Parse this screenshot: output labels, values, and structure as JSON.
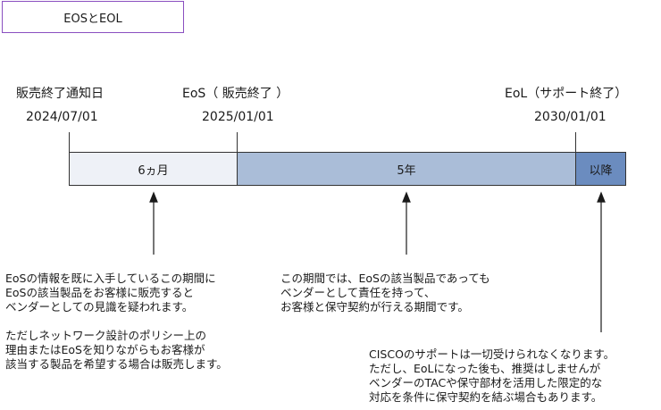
{
  "title": "EOSとEOL",
  "milestones": {
    "sale_end": {
      "label": "販売終了通知日",
      "date": "2024/07/01"
    },
    "eos": {
      "label": "EoS（ 販売終了 ）",
      "date": "2025/01/01"
    },
    "eol": {
      "label": "EoL（サポート終了）",
      "date": "2030/01/01"
    }
  },
  "segments": {
    "first": "6ヵ月",
    "second": "5年",
    "third": "以降"
  },
  "notes": {
    "left": [
      "EoSの情報を既に入手しているこの期間に",
      "EoSの該当製品をお客様に販売すると",
      "ベンダーとしての見識を疑われます。",
      "ただしネットワーク設計のポリシー上の",
      "理由またはEoSを知りながらもお客様が",
      "該当する製品を希望する場合は販売します。"
    ],
    "middle": [
      "この期間では、EoSの該当製品であっても",
      "ベンダーとして責任を持って、",
      "お客様と保守契約が行える期間です。"
    ],
    "right": [
      "CISCOのサポートは一切受けられなくなります。",
      "ただし、EoLになった後も、推奨はしませんが",
      "ベンダーのTACや保守部材を活用した限定的な",
      "対応を条件に保守契約を結ぶ場合もあります。"
    ]
  }
}
